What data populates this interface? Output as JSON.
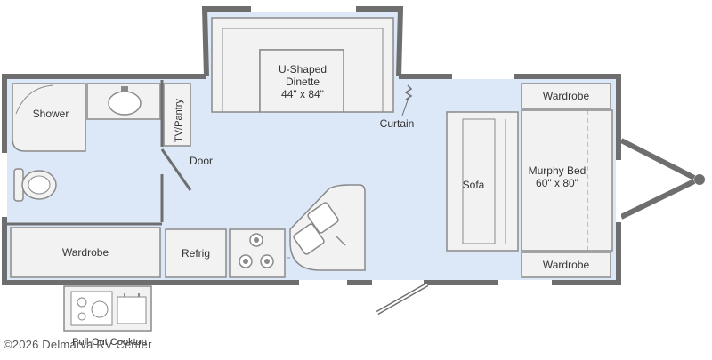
{
  "colors": {
    "floor": "#dce8f7",
    "wall": "#6e6e6e",
    "fixture": "#f2f2f2",
    "fixture_stroke": "#8a8a8a",
    "window": "#ffffff"
  },
  "rooms": {
    "shower": "Shower",
    "tv_pantry": "TV/Pantry",
    "door": "Door",
    "wardrobe_bath": "Wardrobe",
    "refrig": "Refrig",
    "dinette_title": "U-Shaped",
    "dinette_title2": "Dinette",
    "dinette_size": "44\" x 84\"",
    "curtain": "Curtain",
    "sofa": "Sofa",
    "wardrobe_top": "Wardrobe",
    "wardrobe_bottom": "Wardrobe",
    "murphy_title": "Murphy Bed",
    "murphy_size": "60\" x 80\"",
    "cooktop": "Pull-Out Cooktop"
  },
  "copyright": "©2026 Delmarva RV Center"
}
